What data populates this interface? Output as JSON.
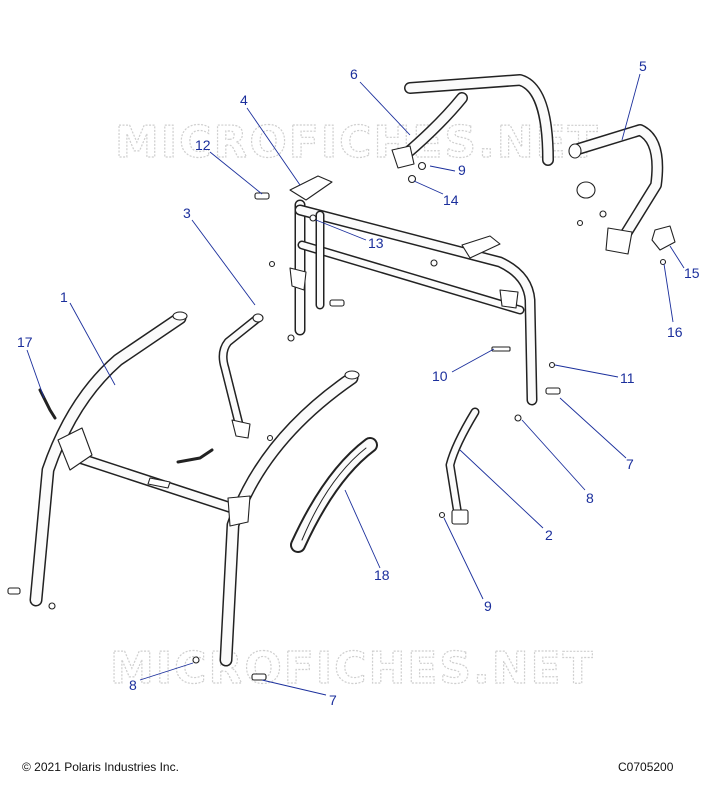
{
  "watermark_text": "MICROFICHES.NET",
  "footer": {
    "copyright": "© 2021 Polaris Industries Inc.",
    "drawing_code": "C0705200"
  },
  "callouts": [
    {
      "id": "c1",
      "label": "1"
    },
    {
      "id": "c2",
      "label": "2"
    },
    {
      "id": "c3",
      "label": "3"
    },
    {
      "id": "c4",
      "label": "4"
    },
    {
      "id": "c5",
      "label": "5"
    },
    {
      "id": "c6",
      "label": "6"
    },
    {
      "id": "c7a",
      "label": "7"
    },
    {
      "id": "c7b",
      "label": "7"
    },
    {
      "id": "c8a",
      "label": "8"
    },
    {
      "id": "c8b",
      "label": "8"
    },
    {
      "id": "c9a",
      "label": "9"
    },
    {
      "id": "c9b",
      "label": "9"
    },
    {
      "id": "c10",
      "label": "10"
    },
    {
      "id": "c11",
      "label": "11"
    },
    {
      "id": "c12",
      "label": "12"
    },
    {
      "id": "c13",
      "label": "13"
    },
    {
      "id": "c14",
      "label": "14"
    },
    {
      "id": "c15",
      "label": "15"
    },
    {
      "id": "c16",
      "label": "16"
    },
    {
      "id": "c17",
      "label": "17"
    },
    {
      "id": "c18",
      "label": "18"
    }
  ]
}
